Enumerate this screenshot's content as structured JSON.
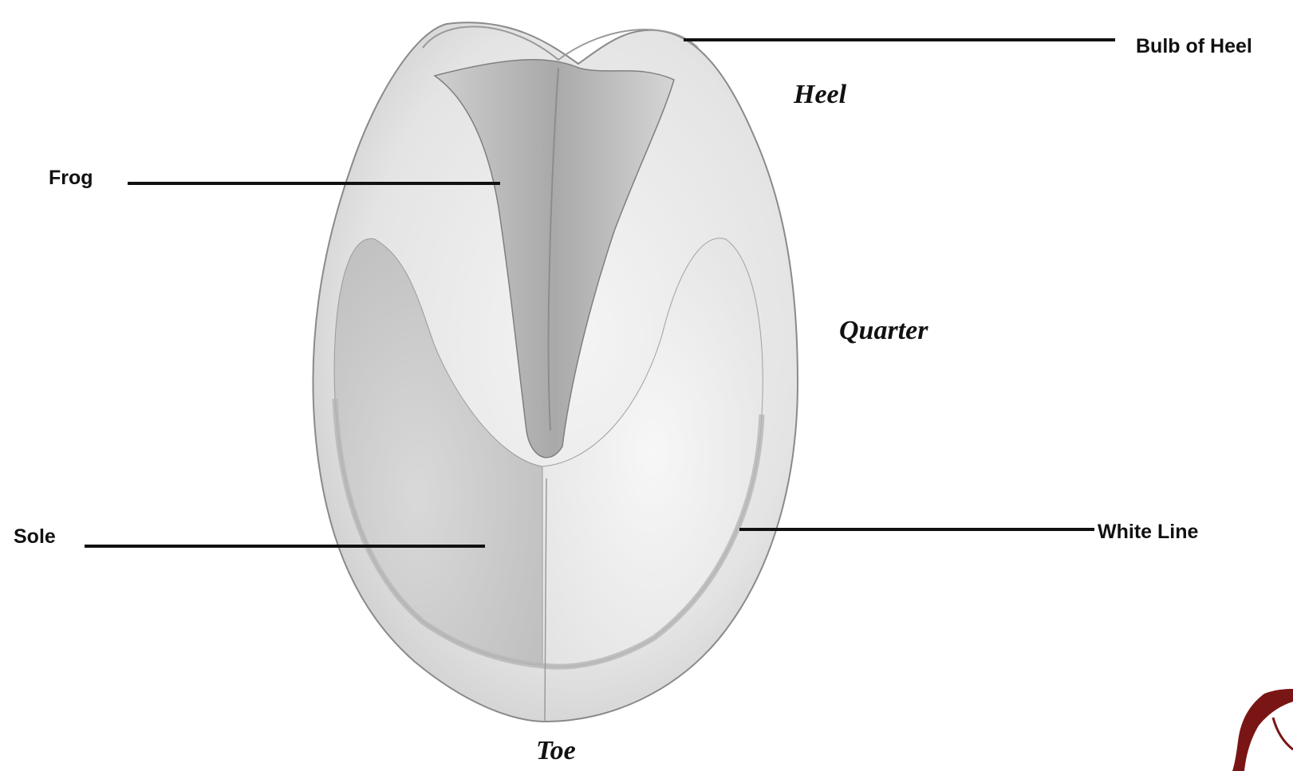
{
  "callouts": {
    "bulb_of_heel": "Bulb of Heel",
    "frog": "Frog",
    "sole": "Sole",
    "white_line": "White Line"
  },
  "regions": {
    "heel": "Heel",
    "quarter": "Quarter",
    "toe": "Toe"
  },
  "colors": {
    "leader_line": "#111111",
    "hoof_wall": "#e6e6e6",
    "sole_shade": "#d2d2d2",
    "frog_shade": "#bdbdbd",
    "outline": "#8a8a8a",
    "logo": "#7a1515"
  },
  "icons": {
    "corner_logo": "horse-head-logo"
  }
}
